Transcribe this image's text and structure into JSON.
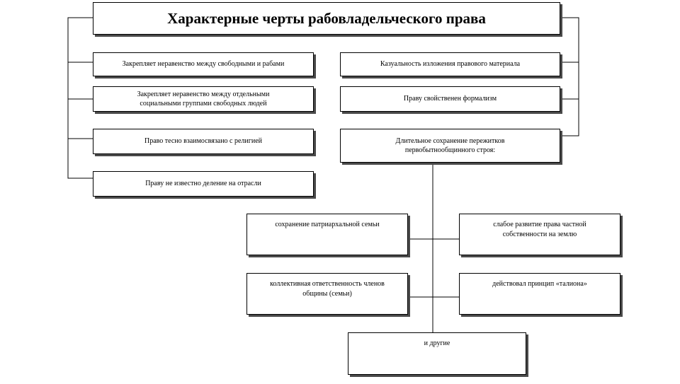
{
  "title": "Характерные черты рабовладельческого права",
  "left_column": [
    "Закрепляет неравенство между свободными и рабами",
    "Закрепляет неравенство между отдельными\nсоциальными группами свободных людей",
    "Право тесно взаимосвязано с религией",
    "Праву не известно деление на отрасли"
  ],
  "right_column": [
    "Казуальность изложения правового материала",
    "Праву свойственен формализм",
    "Длительное сохранение пережитков\nпервобытнообщинного строя:"
  ],
  "survivals": [
    "сохранение патриархальной семьи",
    "слабое развитие права частной\nсобственности на землю",
    "коллективная ответственность членов\nобщины (семьи)",
    "действовал принцип «талиона»",
    "и другие"
  ]
}
